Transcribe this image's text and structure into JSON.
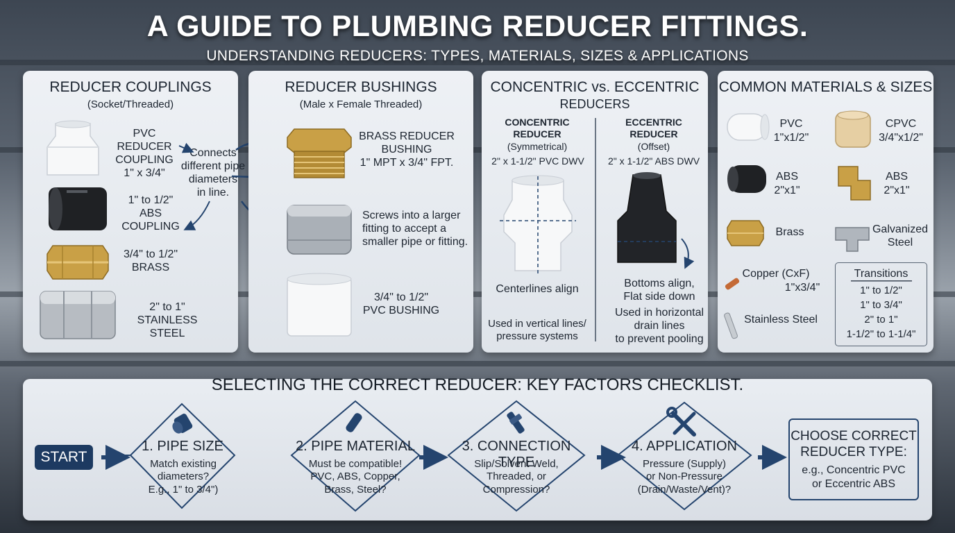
{
  "header": {
    "title": "A GUIDE TO PLUMBING REDUCER FITTINGS.",
    "subtitle": "UNDERSTANDING REDUCERS: TYPES, MATERIALS, SIZES & APPLICATIONS"
  },
  "couplings": {
    "title": "REDUCER COUPLINGS",
    "subtitle": "(Socket/Threaded)",
    "items": [
      {
        "label": "PVC REDUCER\nCOUPLING\n1\" x 3/4\""
      },
      {
        "label": "1\" to 1/2\"\nABS COUPLING"
      },
      {
        "label": "3/4\" to 1/2\"\nBRASS"
      },
      {
        "label": "2\" to 1\"\nSTAINLESS STEEL"
      }
    ],
    "connects_note": "Connects\ndifferent pipe\ndiameters\nin line."
  },
  "bushings": {
    "title": "REDUCER BUSHINGS",
    "subtitle": "(Male x Female Threaded)",
    "items": [
      {
        "label": "BRASS REDUCER\nBUSHING\n1\" MPT x 3/4\" FPT."
      },
      {
        "label": "Screws into a larger\nfitting to accept a\nsmaller pipe or fitting."
      },
      {
        "label": "3/4\" to 1/2\"\nPVC BUSHING"
      }
    ]
  },
  "concentric_eccentric": {
    "title": "CONCENTRIC vs. ECCENTRIC",
    "subtitle": "REDUCERS",
    "concentric": {
      "name": "CONCENTRIC\nREDUCER",
      "type": "(Symmetrical)",
      "spec": "2\" x 1-1/2\" PVC DWV",
      "note": "Centerlines align",
      "use": "Used in vertical lines/\npressure systems"
    },
    "eccentric": {
      "name": "ECCENTRIC\nREDUCER",
      "type": "(Offset)",
      "spec": "2\" x 1-1/2\" ABS DWV",
      "note": "Bottoms align,\nFlat side down",
      "use": "Used in horizontal\ndrain lines\nto prevent pooling"
    }
  },
  "materials": {
    "title": "COMMON MATERIALS & SIZES",
    "items": [
      {
        "name": "PVC",
        "size": "1\"x1/2\""
      },
      {
        "name": "CPVC",
        "size": "3/4\"x1/2\""
      },
      {
        "name": "ABS",
        "size": "2\"x1\""
      },
      {
        "name": "ABS",
        "size": "2\"x1\""
      },
      {
        "name": "Brass",
        "size": ""
      },
      {
        "name": "Galvanized\nSteel",
        "size": ""
      },
      {
        "name": "Copper (CxF)",
        "size": "1\"x3/4\""
      },
      {
        "name": "Stainless Steel",
        "size": ""
      }
    ],
    "transitions": {
      "title": "Transitions",
      "items": [
        "1\" to 1/2\"",
        "1\" to 3/4\"",
        "2\" to 1\"",
        "1-1/2\" to 1-1/4\""
      ]
    }
  },
  "checklist": {
    "title": "SELECTING THE CORRECT REDUCER: KEY FACTORS CHECKLIST.",
    "start": "START",
    "steps": [
      {
        "title": "1. PIPE SIZE",
        "text": "Match existing\ndiameters?\nE.g., 1\" to 3/4\")"
      },
      {
        "title": "2. PIPE MATERIAL",
        "text": "Must be compatible!\nPVC, ABS, Copper,\nBrass, Steel?"
      },
      {
        "title": "3. CONNECTION TYPE",
        "text": "Slip/Solvent Weld,\nThreaded, or\nCompression?"
      },
      {
        "title": "4. APPLICATION",
        "text": "Pressure (Supply)\nor Non-Pressure\n(Drain/Waste/Vent)?"
      }
    ],
    "final": {
      "title": "CHOOSE CORRECT\nREDUCER TYPE:",
      "text": "e.g., Concentric PVC\nor Eccentric ABS"
    }
  },
  "colors": {
    "accent": "#1d3a61",
    "brass": "#c9a046",
    "panel": "#e6eaef"
  }
}
